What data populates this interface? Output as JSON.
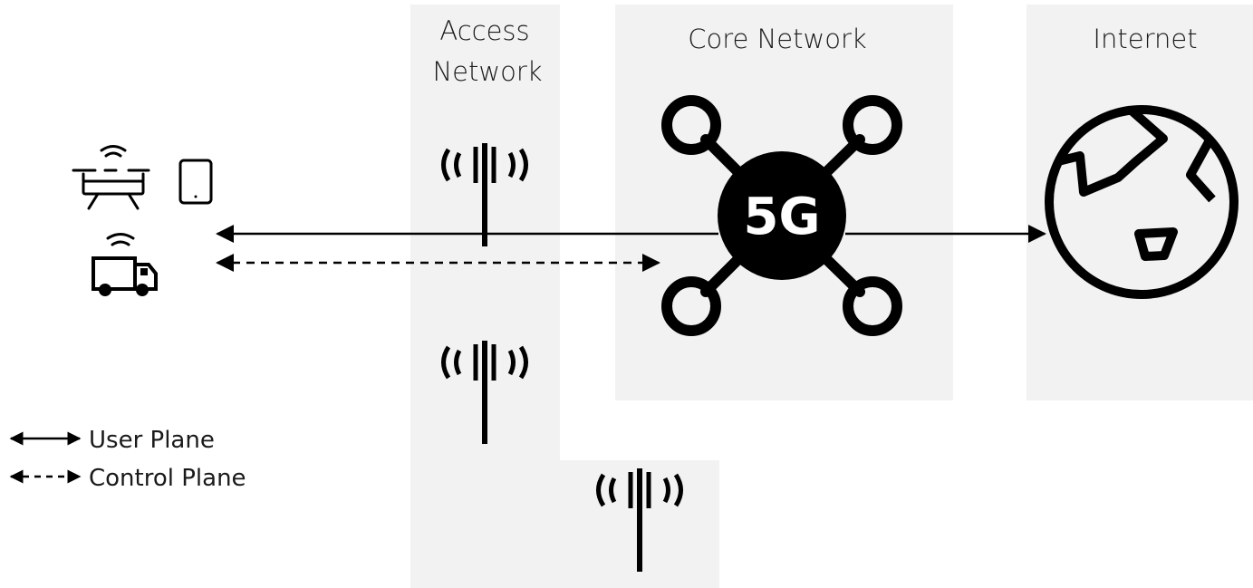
{
  "regions": {
    "access_network": {
      "label_line1": "Access",
      "label_line2": "Network"
    },
    "core_network": {
      "label": "Core Network",
      "badge": "5G"
    },
    "internet": {
      "label": "Internet"
    }
  },
  "legend": {
    "user_plane": "User Plane",
    "control_plane": "Control Plane"
  },
  "devices": {
    "drone_icon": "drone-icon",
    "tablet_icon": "tablet-icon",
    "truck_icon": "truck-icon"
  },
  "colors": {
    "region_fill": "#f2f2f2",
    "stroke": "#000000"
  }
}
